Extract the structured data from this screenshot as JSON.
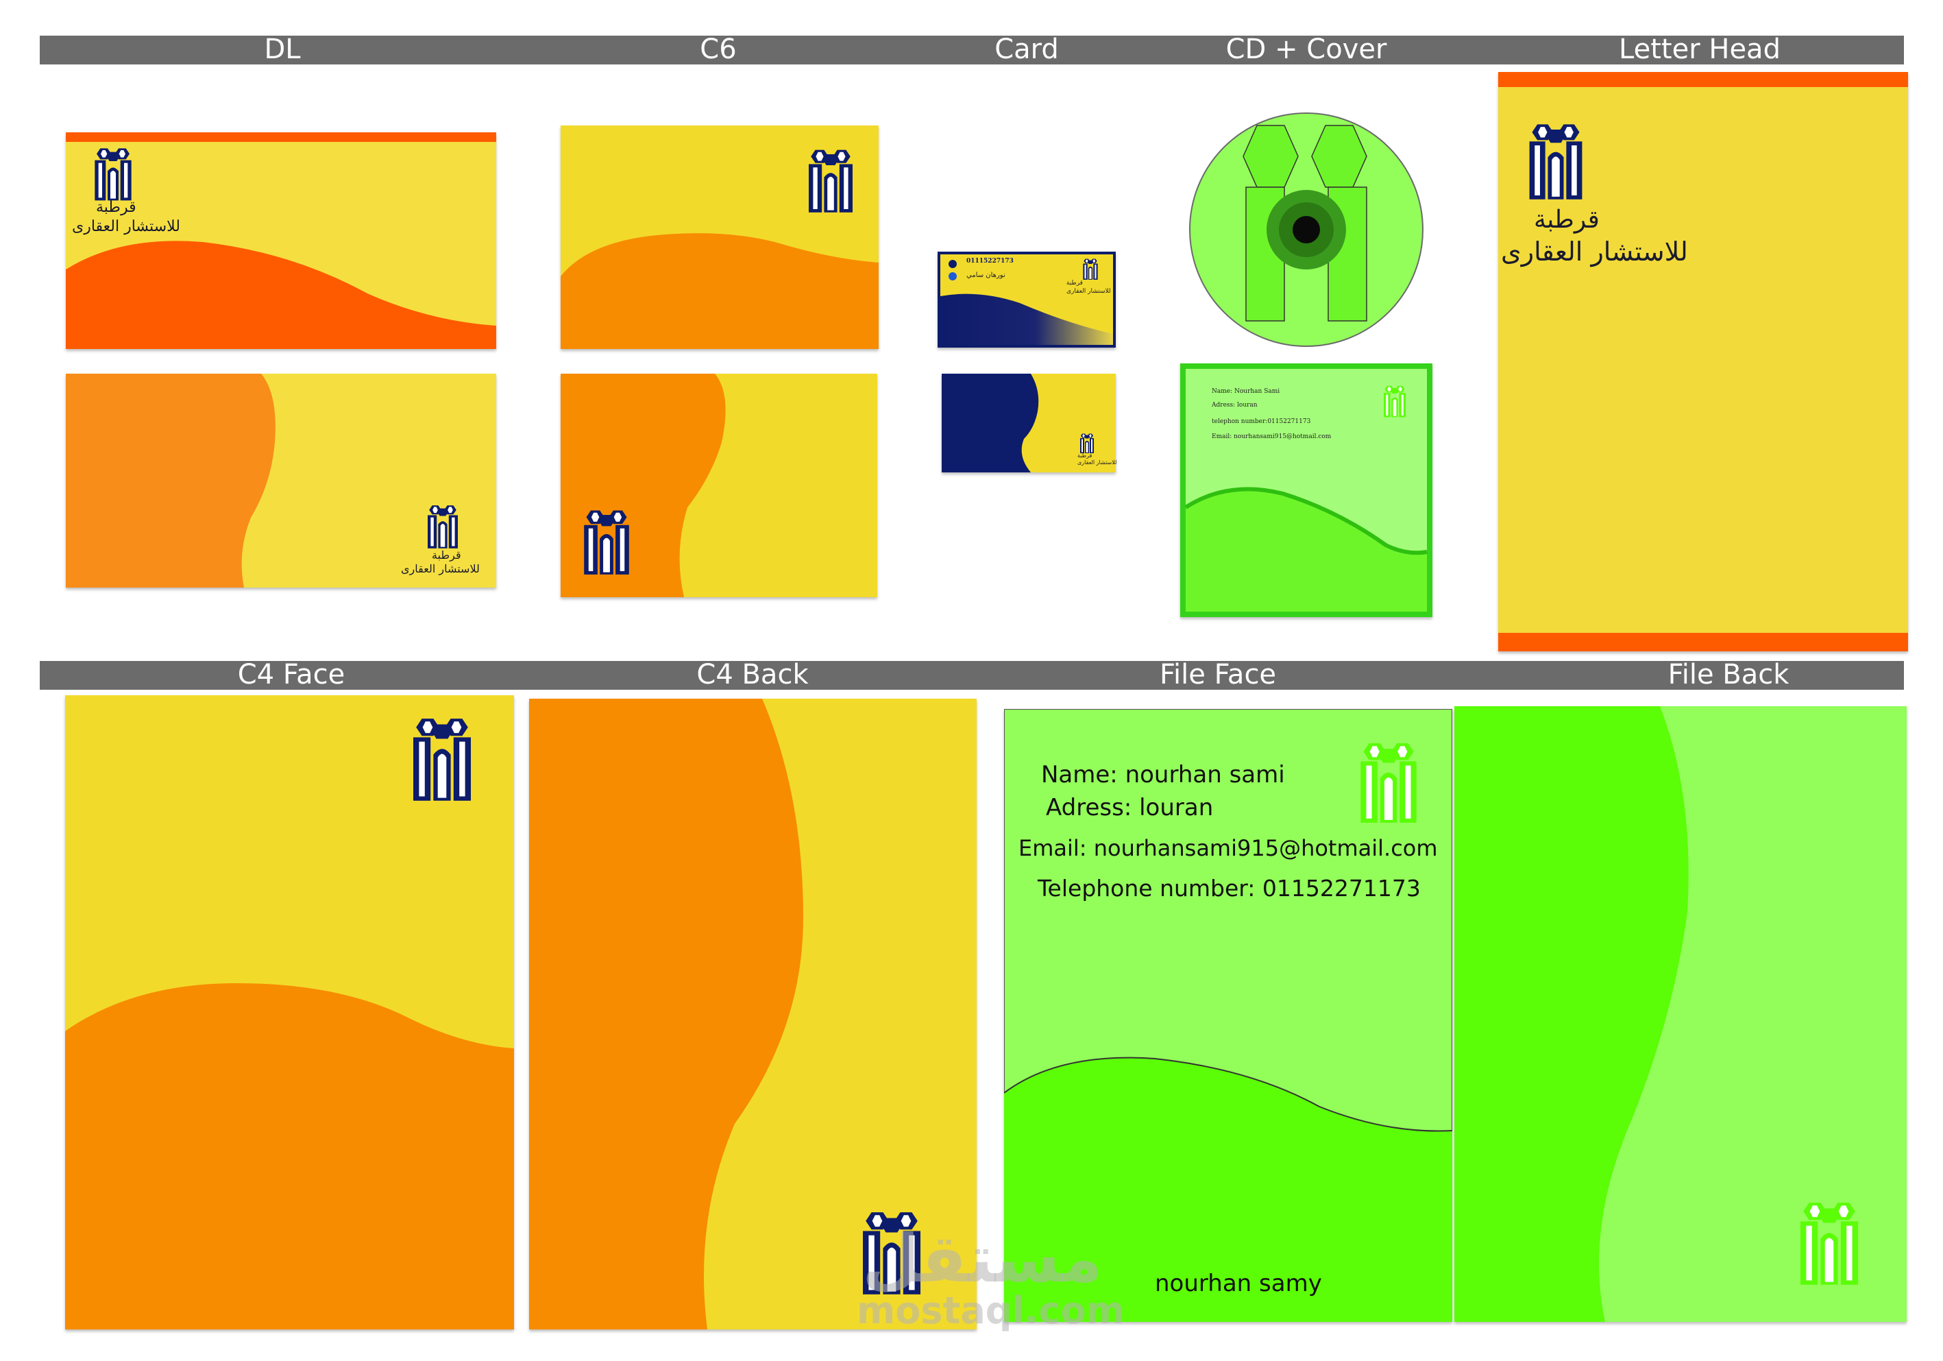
{
  "labels": {
    "dl": "DL",
    "c6": "C6",
    "card": "Card",
    "cd": "CD + Cover",
    "letterhead": "Letter Head",
    "c4face": "C4 Face",
    "c4back": "C4 Back",
    "fileface": "File Face",
    "fileback": "File Back"
  },
  "arabic": {
    "company_line1": "قرطبة",
    "company_line2": "للاستشار العقارى"
  },
  "card_front": {
    "phone": "01115227173",
    "name_ar": "نورهان سامي"
  },
  "cd_cover": {
    "name": "Name:   Nourhan Sami",
    "address": "Adress: louran",
    "telephone": "telephon number:01152271173",
    "email": "Email:   nourhansami915@hotmail.com"
  },
  "file_face": {
    "name": "Name: nourhan sami",
    "address": "Adress: louran",
    "email": "Email: nourhansami915@hotmail.com",
    "telephone": "Telephone number: 01152271173",
    "footer": "nourhan samy"
  },
  "watermark": {
    "arabic": "مستقل",
    "latin": "mostaql.com"
  },
  "colors": {
    "yellow": "#f2da2b",
    "orange": "#f78c00",
    "red_orange": "#fe5b00",
    "navy": "#0d1c6b",
    "light_green": "#93fd5a",
    "green": "#5bfd07"
  }
}
